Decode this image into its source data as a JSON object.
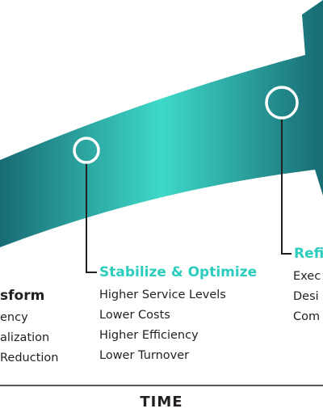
{
  "colors": {
    "arrow_dark": "#186b74",
    "arrow_light": "#3ed9c8",
    "accent_teal": "#2ccdbd",
    "text_dark": "#231f20",
    "connector": "#231f20",
    "node_fill": "#ffffff",
    "node_stroke": "#ffffff"
  },
  "stages": [
    {
      "title": "sform",
      "items": [
        "ency",
        "alization",
        "Reduction"
      ]
    },
    {
      "title": "Stabilize & Optimize",
      "items": [
        "Higher Service Levels",
        "Lower Costs",
        "Higher Efficiency",
        "Lower Turnover"
      ]
    },
    {
      "title": "Refi",
      "items": [
        "Exec",
        "Desi",
        "Com"
      ]
    }
  ],
  "axis": {
    "label": "TIME"
  }
}
